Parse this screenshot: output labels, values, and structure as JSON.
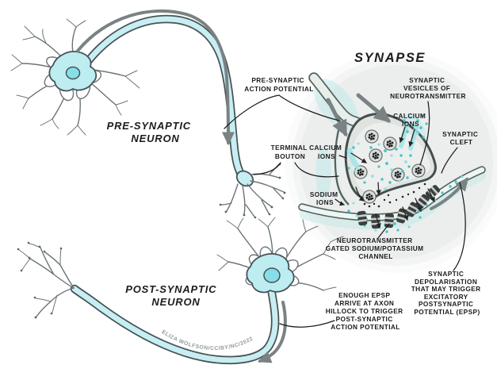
{
  "diagram": {
    "title": "SYNAPSE",
    "watermark": "ELIZA WOLFSON/CC/BY/NC/2022",
    "labels": {
      "pre_neuron": {
        "lines": [
          "PRE-SYNAPTIC",
          "NEURON"
        ]
      },
      "post_neuron": {
        "lines": [
          "POST-SYNAPTIC",
          "NEURON"
        ]
      },
      "pre_ap": {
        "lines": [
          "PRE-SYNAPTIC",
          "ACTION POTENTIAL"
        ]
      },
      "terminal_bouton": {
        "lines": [
          "TERMINAL",
          "BOUTON"
        ]
      },
      "calcium_left": {
        "lines": [
          "CALCIUM",
          "IONS"
        ]
      },
      "calcium_top": {
        "lines": [
          "CALCIUM",
          "IONS"
        ]
      },
      "vesicles": {
        "lines": [
          "SYNAPTIC",
          "VESICLES OF",
          "NEUROTRANSMITTER"
        ]
      },
      "cleft": {
        "lines": [
          "SYNAPTIC",
          "CLEFT"
        ]
      },
      "sodium": {
        "lines": [
          "SODIUM",
          "IONS"
        ]
      },
      "channel": {
        "lines": [
          "NEUROTRANSMITTER",
          "GATED SODIUM/POTASSIUM",
          "CHANNEL"
        ]
      },
      "epsp": {
        "lines": [
          "ENOUGH EPSP",
          "ARRIVE AT AXON",
          "HILLOCK TO TRIGGER",
          "POST-SYNAPTIC",
          "ACTION POTENTIAL"
        ]
      },
      "depol": {
        "lines": [
          "SYNAPTIC",
          "DEPOLARISATION",
          "THAT MAY TRIGGER",
          "EXCITATORY",
          "POSTSYNAPTIC",
          "POTENTIAL (EPSP)"
        ]
      }
    },
    "colors": {
      "neuron_fill": "#c7eef3",
      "nucleus_fill": "#86dfe8",
      "outline": "#47525 4",
      "accent_teal": "#3fc5cb",
      "synapse_circle": "#eceeed",
      "arrow_gray": "#7b8284",
      "ink": "#1c1c1c"
    }
  }
}
